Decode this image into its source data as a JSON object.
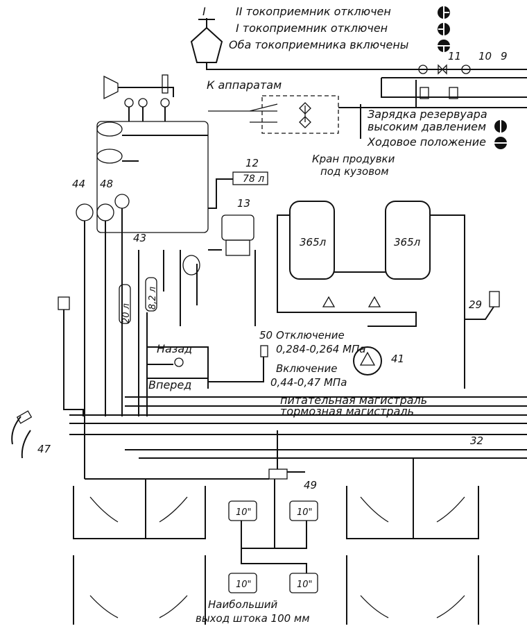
{
  "legend": {
    "pantograph_label": "I",
    "state_2_off": "II токоприемник отключен",
    "state_1_off": "I токоприемник отключен",
    "state_both_on": "Оба токоприемника включены"
  },
  "valve_labels": {
    "to_apparatus": "К аппаратам",
    "charging_1": "Зарядка резервуара",
    "charging_2": "высоким давлением",
    "running_position": "Ходовое положение",
    "purge_valve_1": "Кран продувки",
    "purge_valve_2": "под кузовом"
  },
  "tanks": {
    "small_tank_num": "12",
    "small_tank_vol": "78 л",
    "main_tank_1": "365л",
    "main_tank_2": "365л",
    "tank_20": "20 л",
    "tank_8": "8,2 л"
  },
  "numbers": {
    "n13": "13",
    "n43": "43",
    "n44": "44",
    "n48": "48",
    "n11": "11",
    "n10": "10",
    "n9": "9",
    "n29": "29",
    "n41": "41",
    "n50": "50",
    "n32": "32",
    "n47": "47",
    "n49": "49"
  },
  "switch": {
    "off_label": "Отключение",
    "off_range": "0,284-0,264 МПа",
    "on_label": "Включение",
    "on_range": "0,44-0,47 МПа"
  },
  "direction": {
    "back": "Назад",
    "forward": "Вперед"
  },
  "mains": {
    "feed": "питательная магистраль",
    "brake": "тормозная магистраль"
  },
  "cylinders": {
    "c1": "10\"",
    "c2": "10\"",
    "c3": "10\"",
    "c4": "10\"",
    "stroke_1": "Наибольший",
    "stroke_2": "выход штока 100 мм"
  }
}
